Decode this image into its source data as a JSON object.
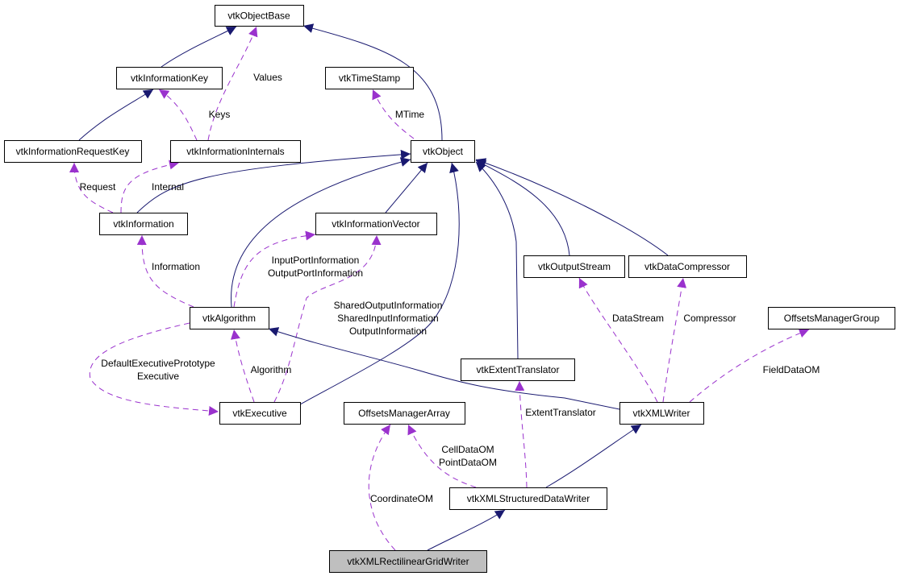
{
  "nodes": {
    "vtkObjectBase": "vtkObjectBase",
    "vtkInformationKey": "vtkInformationKey",
    "vtkTimeStamp": "vtkTimeStamp",
    "vtkInformationRequestKey": "vtkInformationRequestKey",
    "vtkInformationInternals": "vtkInformationInternals",
    "vtkObject": "vtkObject",
    "vtkInformation": "vtkInformation",
    "vtkInformationVector": "vtkInformationVector",
    "vtkOutputStream": "vtkOutputStream",
    "vtkDataCompressor": "vtkDataCompressor",
    "vtkAlgorithm": "vtkAlgorithm",
    "OffsetsManagerGroup": "OffsetsManagerGroup",
    "vtkExtentTranslator": "vtkExtentTranslator",
    "vtkExecutive": "vtkExecutive",
    "OffsetsManagerArray": "OffsetsManagerArray",
    "vtkXMLWriter": "vtkXMLWriter",
    "vtkXMLStructuredDataWriter": "vtkXMLStructuredDataWriter",
    "vtkXMLRectilinearGridWriter": "vtkXMLRectilinearGridWriter"
  },
  "edge_labels": {
    "values": "Values",
    "keys": "Keys",
    "mtime": "MTime",
    "request": "Request",
    "internal": "Internal",
    "information": "Information",
    "input_port_information": "InputPortInformation",
    "output_port_information": "OutputPortInformation",
    "shared_output_information": "SharedOutputInformation",
    "shared_input_information": "SharedInputInformation",
    "output_information": "OutputInformation",
    "data_stream": "DataStream",
    "compressor": "Compressor",
    "field_data_om": "FieldDataOM",
    "default_executive_prototype": "DefaultExecutivePrototype",
    "executive": "Executive",
    "algorithm": "Algorithm",
    "extent_translator": "ExtentTranslator",
    "cell_data_om": "CellDataOM",
    "point_data_om": "PointDataOM",
    "coordinate_om": "CoordinateOM"
  },
  "colors": {
    "inheritance": "#191970",
    "usage": "#9a32cd",
    "focus_fill": "#bfbfbf"
  }
}
